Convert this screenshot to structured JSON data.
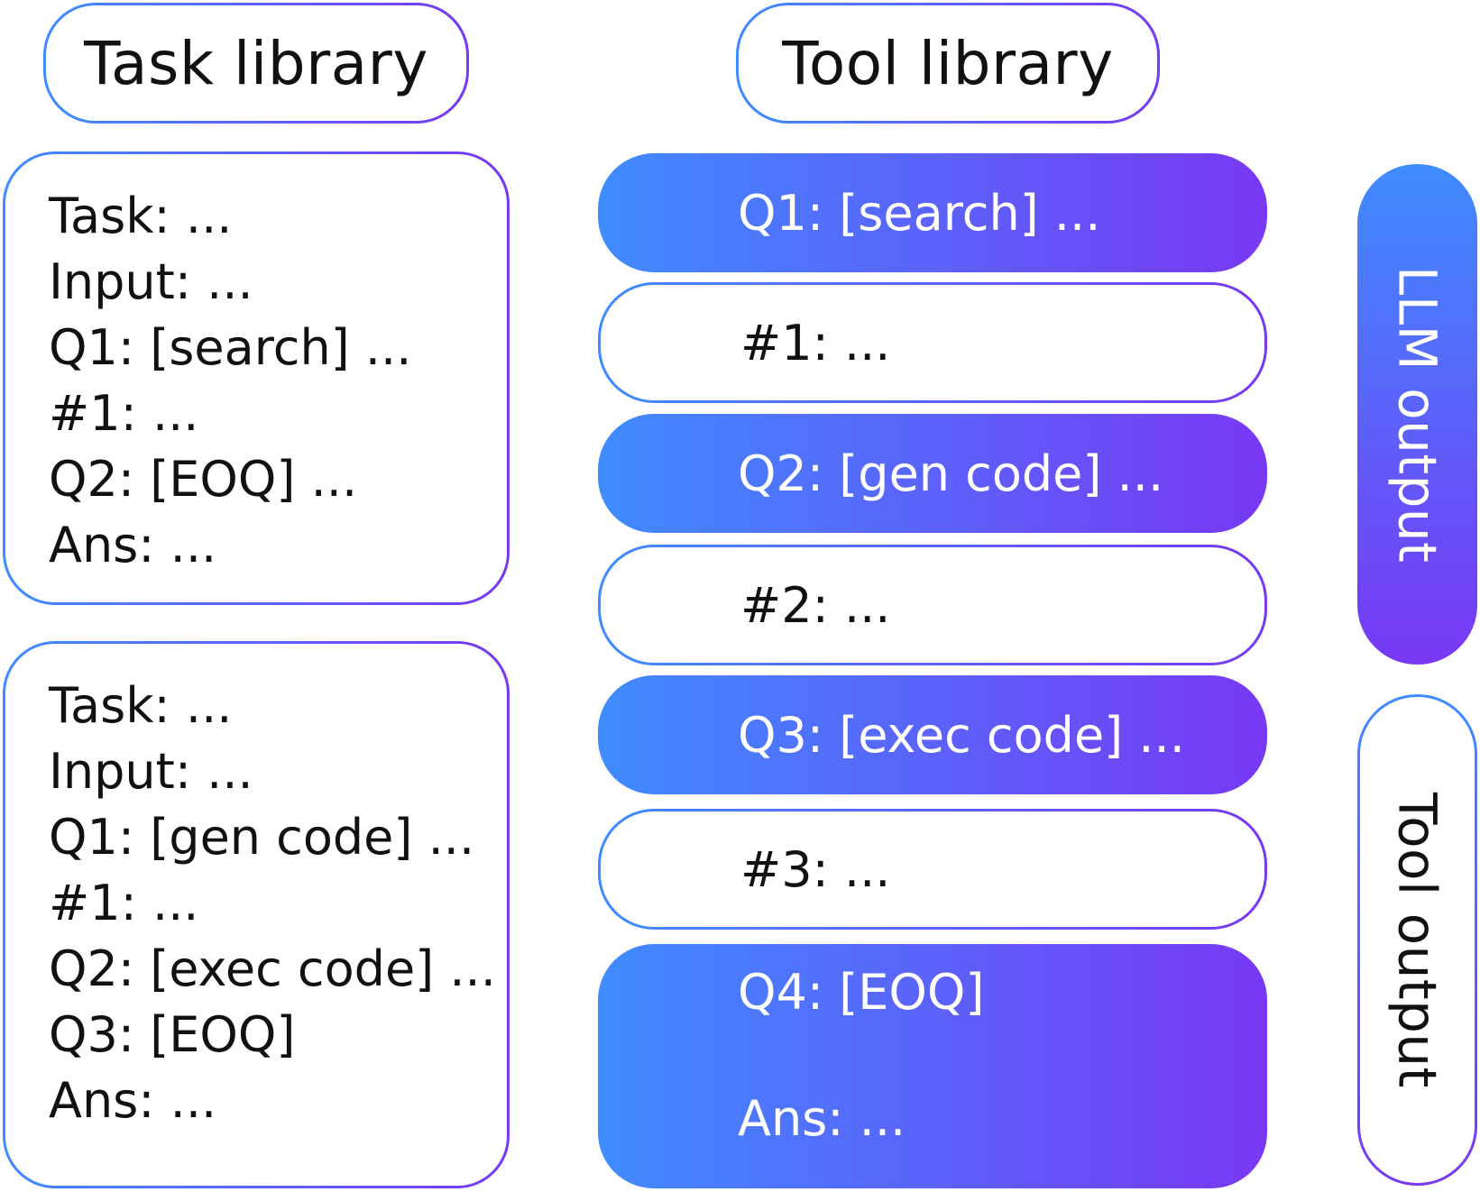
{
  "headers": {
    "task_library": "Task library",
    "tool_library": "Tool library"
  },
  "task_library": [
    {
      "lines": [
        "Task: ...",
        "Input: ...",
        "Q1: [search] ...",
        "#1: ...",
        "Q2: [EOQ] ...",
        "Ans: ..."
      ]
    },
    {
      "lines": [
        "Task: ...",
        "Input: ...",
        "Q1: [gen code] ...",
        "#1: ...",
        "Q2: [exec code] ...",
        "Q3: [EOQ]",
        "Ans: ..."
      ]
    }
  ],
  "tool_library": {
    "rows": [
      {
        "text": "Q1: [search] ...",
        "kind": "llm"
      },
      {
        "text": "#1: ...",
        "kind": "tool"
      },
      {
        "text": "Q2: [gen code] ...",
        "kind": "llm"
      },
      {
        "text": "#2: ...",
        "kind": "tool"
      },
      {
        "text": "Q3: [exec code] ...",
        "kind": "llm"
      },
      {
        "text": "#3: ...",
        "kind": "tool"
      }
    ],
    "final": {
      "line1": "Q4: [EOQ]",
      "line2": "Ans: ..."
    }
  },
  "legend": {
    "llm_output": "LLM output",
    "tool_output": "Tool output"
  },
  "colors": {
    "gradient_start": "#3f8cff",
    "gradient_end": "#7838f4"
  }
}
